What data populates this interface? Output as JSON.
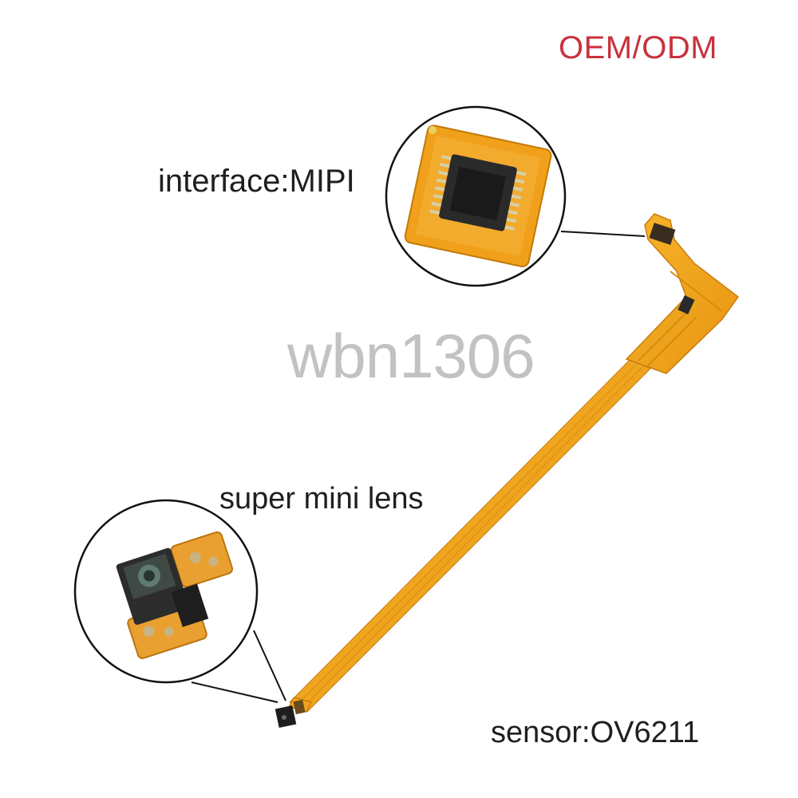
{
  "labels": {
    "brand": "OEM/ODM",
    "interface": "interface:MIPI",
    "watermark": "wbn1306",
    "lens": "super mini lens",
    "sensor": "sensor:OV6211"
  },
  "colors": {
    "brand": "#c8323c",
    "flex_cable": "#f0a31c",
    "flex_cable_dark": "#c97c0e",
    "text": "#1f1f1f",
    "watermark": "#c2c2c2"
  },
  "icons": {
    "connector_zoom": "mipi-connector-closeup-icon",
    "lens_zoom": "camera-lens-closeup-icon"
  }
}
